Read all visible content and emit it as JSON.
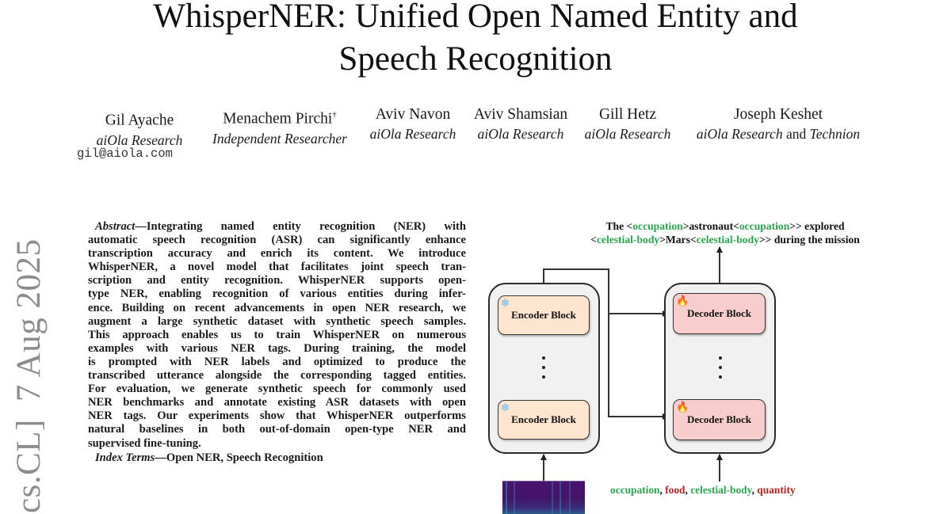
{
  "side_stamp": {
    "category": "cs.CL]",
    "date": "7 Aug 2025"
  },
  "title": {
    "line1": "WhisperNER: Unified Open Named Entity and",
    "line2": "Speech Recognition"
  },
  "authors": [
    {
      "name": "Gil Ayache",
      "mark": "",
      "affiliation": "aiOla Research",
      "affiliation_extra": "",
      "affiliation_extra2": ""
    },
    {
      "name": "Menachem Pirchi",
      "mark": "†",
      "affiliation": "Independent Researcher",
      "affiliation_extra": "",
      "affiliation_extra2": ""
    },
    {
      "name": "Aviv Navon",
      "mark": "",
      "affiliation": "aiOla Research",
      "affiliation_extra": "",
      "affiliation_extra2": ""
    },
    {
      "name": "Aviv Shamsian",
      "mark": "",
      "affiliation": "aiOla Research",
      "affiliation_extra": "",
      "affiliation_extra2": ""
    },
    {
      "name": "Gill Hetz",
      "mark": "",
      "affiliation": "aiOla Research",
      "affiliation_extra": "",
      "affiliation_extra2": ""
    },
    {
      "name": "Joseph Keshet",
      "mark": "",
      "affiliation": "aiOla Research",
      "affiliation_extra": " and ",
      "affiliation_extra2": "Technion"
    }
  ],
  "email": "gil@aiola.com",
  "abstract": {
    "label": "Abstract",
    "dash": "—",
    "lines": [
      "Integrating named entity recognition (NER) with",
      "automatic speech recognition (ASR) can significantly enhance",
      "transcription accuracy and enrich its content. We introduce",
      "WhisperNER, a novel model that facilitates joint speech tran-",
      "scription and entity recognition. WhisperNER supports open-",
      "type NER, enabling recognition of various entities during infer-",
      "ence. Building on recent advancements in open NER research, we",
      "augment a large synthetic dataset with synthetic speech samples.",
      "This approach enables us to train WhisperNER on numerous",
      "examples with various NER tags. During training, the model",
      "is prompted with NER labels and optimized to produce the",
      "transcribed utterance alongside the corresponding tagged entities.",
      "For evaluation, we generate synthetic speech for commonly used",
      "NER benchmarks and annotate existing ASR datasets with open",
      "NER tags. Our experiments show that WhisperNER outperforms",
      "natural baselines in both out-of-domain open-type NER and",
      "supervised fine-tuning."
    ],
    "index_terms_label": "Index Terms",
    "index_terms": "Open NER, Speech Recognition"
  },
  "figure": {
    "output_line1": [
      {
        "text": "The ",
        "color": "black"
      },
      {
        "text": "<",
        "color": "black"
      },
      {
        "text": "occupation",
        "color": "green"
      },
      {
        "text": ">astronaut<",
        "color": "black"
      },
      {
        "text": "occupation",
        "color": "green"
      },
      {
        "text": ">> explored",
        "color": "black"
      }
    ],
    "output_line2": [
      {
        "text": "<",
        "color": "black"
      },
      {
        "text": "celestial-body",
        "color": "green"
      },
      {
        "text": ">Mars<",
        "color": "black"
      },
      {
        "text": "celestial-body",
        "color": "green"
      },
      {
        "text": ">> during the mission",
        "color": "black"
      }
    ],
    "encoder_block_label": "Encoder Block",
    "decoder_block_label": "Decoder Block",
    "encoder_badge": "❄",
    "decoder_badge": "🔥",
    "prompt_tags": [
      {
        "text": "occupation",
        "color": "green"
      },
      {
        "text": ", ",
        "color": "black"
      },
      {
        "text": "food",
        "color": "red"
      },
      {
        "text": ", ",
        "color": "black"
      },
      {
        "text": "celestial-body",
        "color": "green"
      },
      {
        "text": ", ",
        "color": "black"
      },
      {
        "text": "quantity",
        "color": "red"
      }
    ],
    "colors": {
      "green": "#2ca650",
      "red": "#b52222",
      "encoder_fill": "#fde5cf",
      "decoder_fill": "#f7cdcd",
      "stack_fill": "#f1f1f1"
    }
  }
}
